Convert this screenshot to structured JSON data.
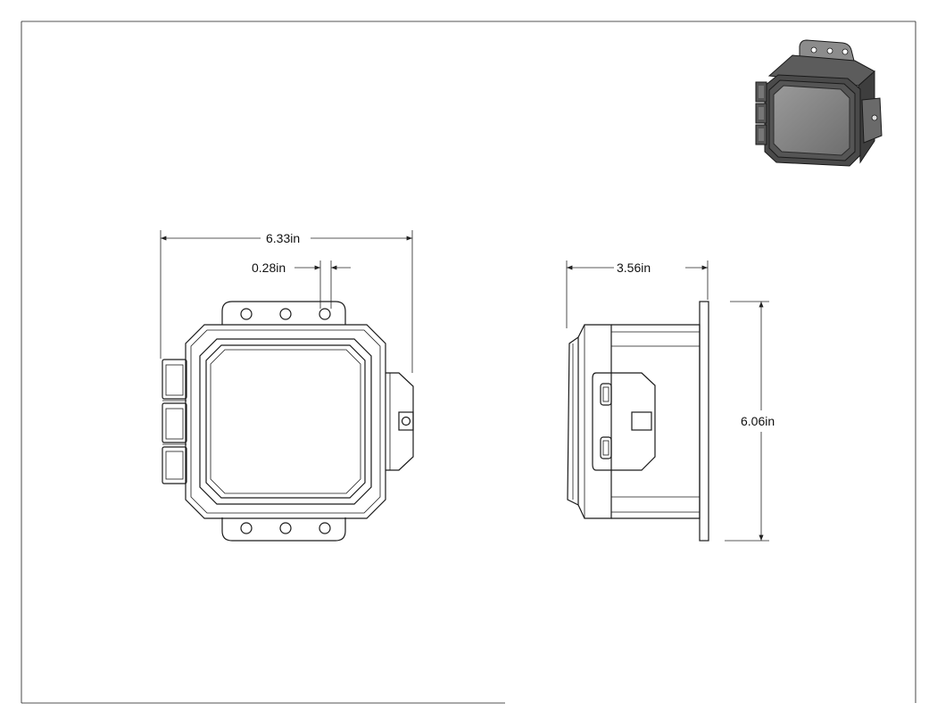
{
  "drawing": {
    "dimensions": {
      "overall_width": "6.33in",
      "hole_spacing": "0.28in",
      "depth": "3.56in",
      "height": "6.06in"
    },
    "views": [
      "front-view",
      "side-view",
      "isometric-view"
    ]
  }
}
